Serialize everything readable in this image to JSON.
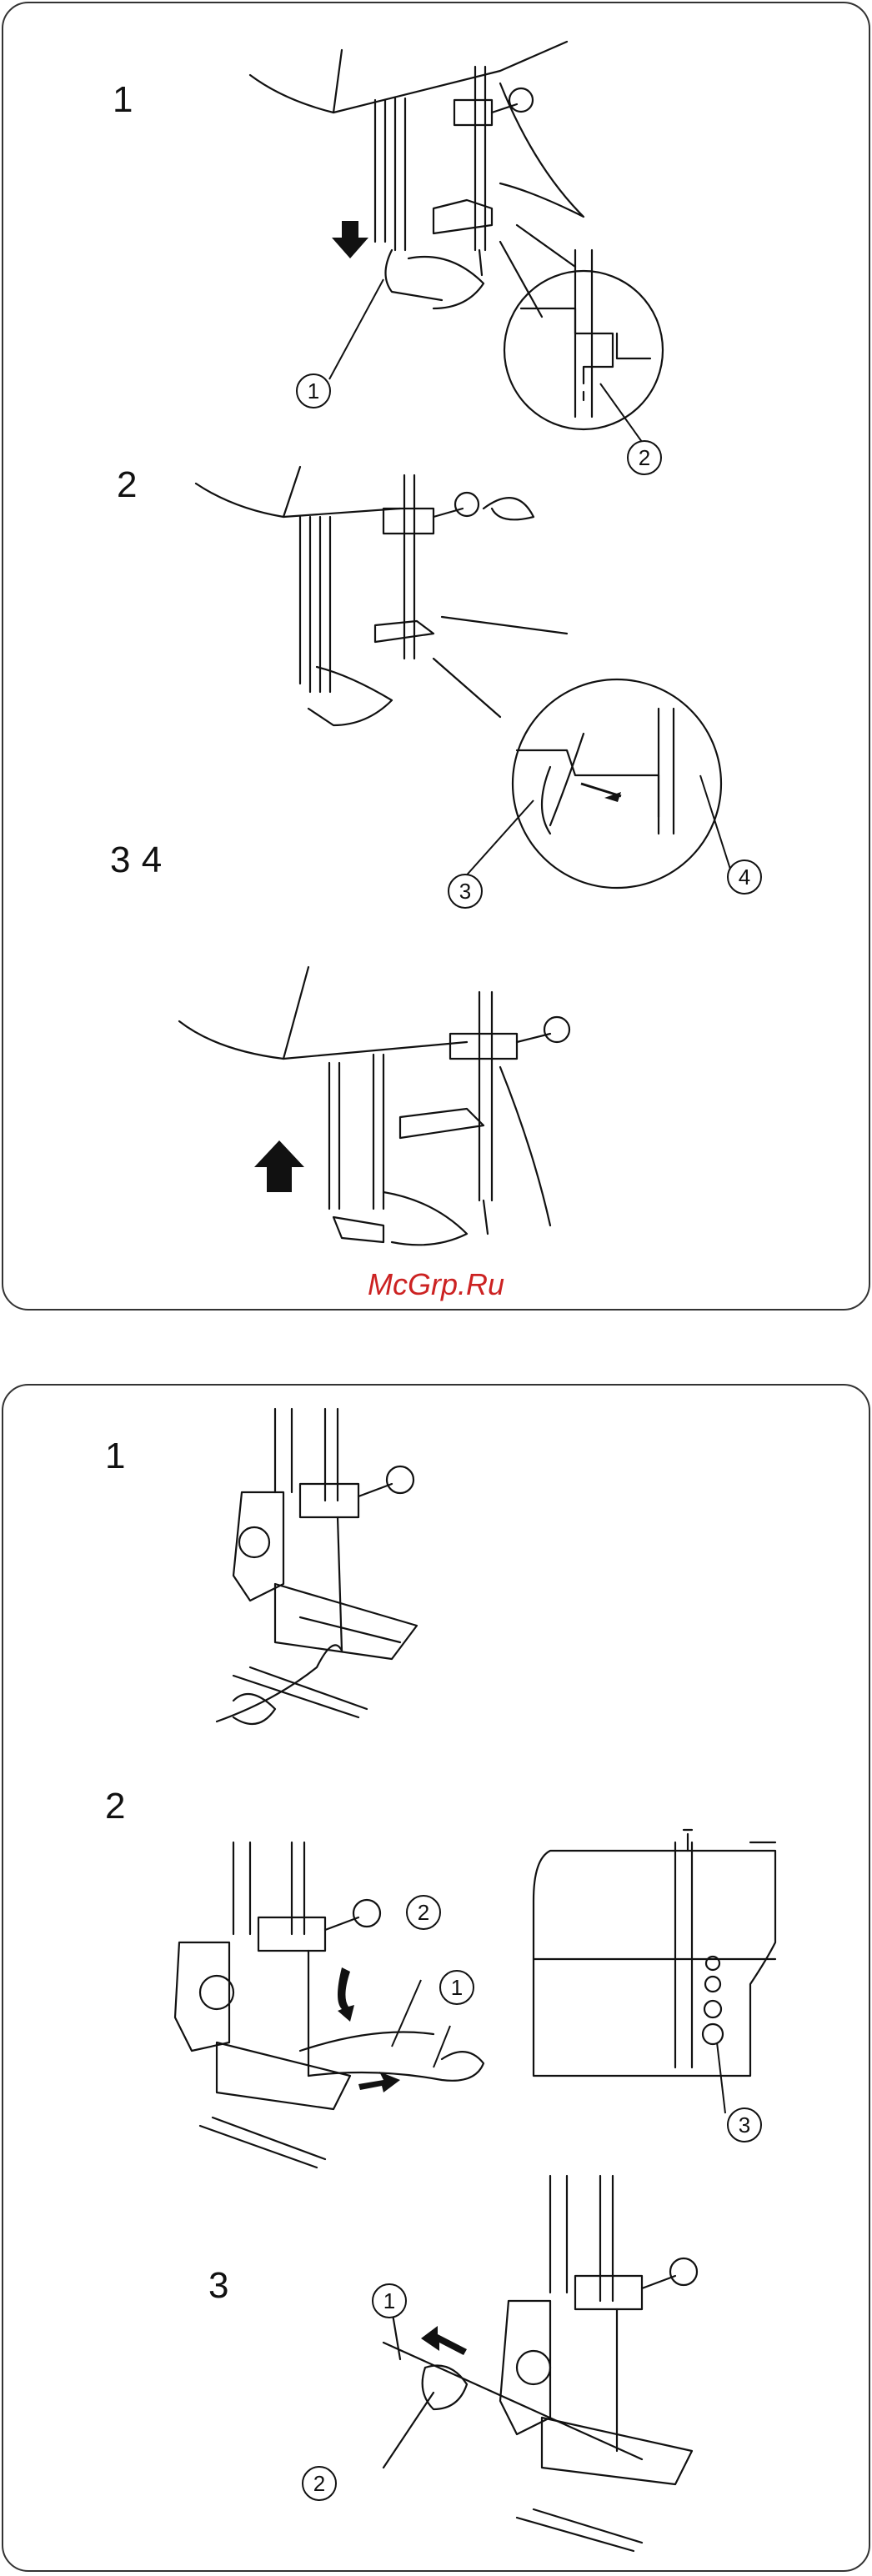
{
  "top_section": {
    "step1_label": "1",
    "step2_label": "2",
    "step34_label": "3   4",
    "callouts": [
      "1",
      "2",
      "3",
      "4"
    ]
  },
  "watermark": "McGrp.Ru",
  "bottom_section": {
    "step1_label": "1",
    "step2_label": "2",
    "step3_label": "3",
    "step2_callouts": [
      "2",
      "1",
      "3"
    ],
    "step3_callouts": [
      "1",
      "2"
    ]
  }
}
